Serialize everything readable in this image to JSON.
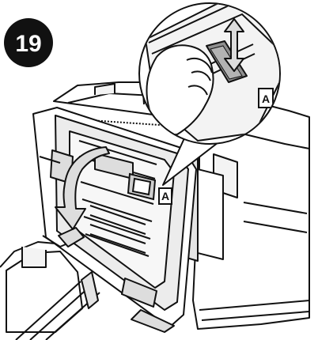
{
  "step": {
    "number": "19"
  },
  "labels": {
    "callout": "A",
    "door": "A"
  },
  "icons": {
    "step_badge": "step-number-badge",
    "door_arrow": "curved-down-arrow-icon",
    "zoom_arrow": "up-down-arrow-icon",
    "hand": "hand-icon"
  },
  "colors": {
    "line": "#111111",
    "fill_light": "#f3f3f3",
    "fill_mid": "#e4e4e4",
    "fill_dark": "#9a9a9a",
    "background": "#ffffff"
  }
}
